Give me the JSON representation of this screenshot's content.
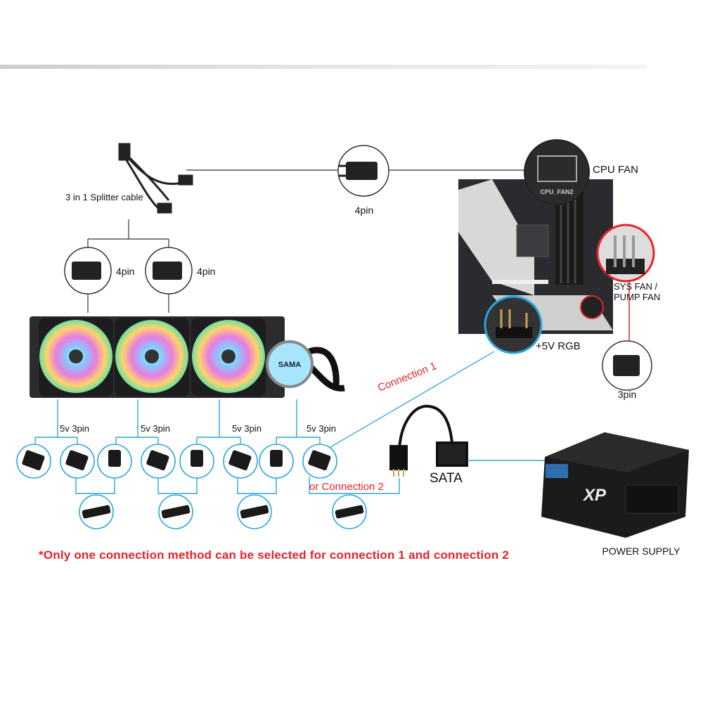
{
  "splitter": {
    "label": "3 in 1 Splitter cable"
  },
  "cpu_link": {
    "pin_label": "4pin"
  },
  "fan_taps": [
    {
      "pin_label": "4pin"
    },
    {
      "pin_label": "4pin"
    }
  ],
  "pump": {
    "brand": "SAMA"
  },
  "motherboard": {
    "cpu_fan_label": "CPU FAN",
    "cpu_fan_header_text": "CPU_FAN2",
    "sys_fan_label": "SYS FAN /",
    "sys_fan_label_2": "PUMP FAN",
    "sys_pin_label": "3pin",
    "rgb_label": "+5V RGB"
  },
  "argb_groups": [
    {
      "label": "5v 3pin"
    },
    {
      "label": "5v 3pin"
    },
    {
      "label": "5v 3pin"
    },
    {
      "label": "5v 3pin"
    }
  ],
  "connection1_label": "Connection 1",
  "connection2_label": "or Connection 2",
  "sata_label": "SATA",
  "psu_label": "POWER SUPPLY",
  "psu_brand": "XP",
  "note": "*Only one connection method can be selected for connection 1 and connection 2",
  "colors": {
    "blue": "#2aa6dc",
    "red": "#e8222a"
  }
}
